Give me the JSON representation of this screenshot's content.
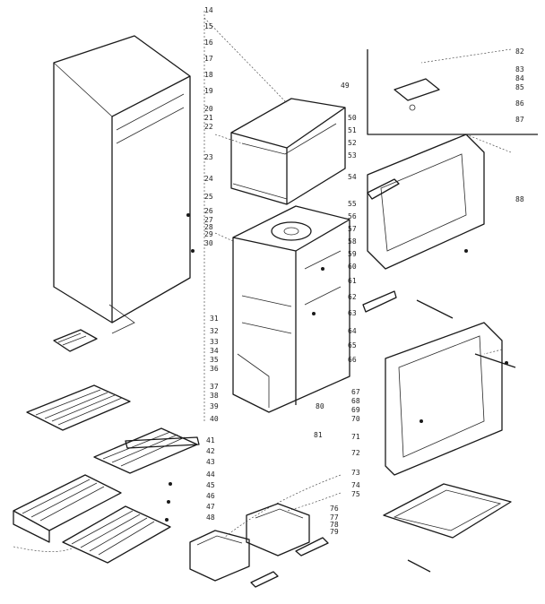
{
  "diagram": {
    "type": "exploded parts diagram",
    "callouts": [
      "14",
      "15",
      "16",
      "17",
      "18",
      "19",
      "20",
      "21",
      "22",
      "23",
      "24",
      "25",
      "26",
      "27",
      "28",
      "29",
      "30",
      "31",
      "32",
      "33",
      "34",
      "35",
      "36",
      "37",
      "38",
      "39",
      "40",
      "41",
      "42",
      "43",
      "44",
      "45",
      "46",
      "47",
      "48",
      "49",
      "50",
      "51",
      "52",
      "53",
      "54",
      "55",
      "56",
      "57",
      "58",
      "59",
      "60",
      "61",
      "62",
      "63",
      "64",
      "65",
      "66",
      "67",
      "68",
      "69",
      "70",
      "71",
      "72",
      "73",
      "74",
      "75",
      "76",
      "77",
      "78",
      "79",
      "80",
      "81",
      "82",
      "83",
      "84",
      "85",
      "86",
      "87",
      "88"
    ]
  }
}
